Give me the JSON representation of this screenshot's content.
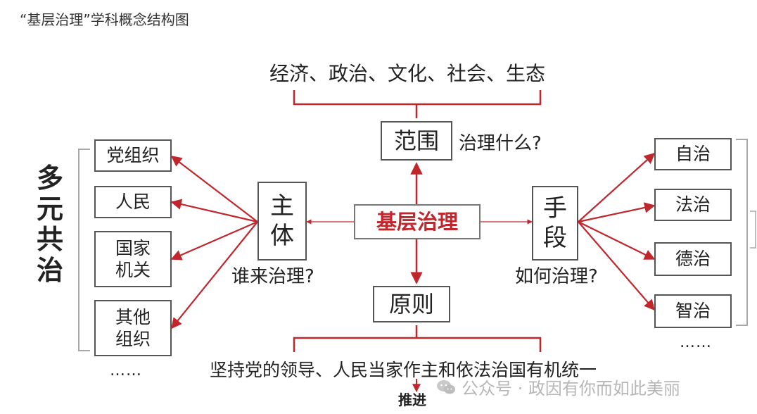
{
  "title": "“基层治理”学科概念结构图",
  "top_topics": "经济、政治、文化、社会、生态",
  "center": "基层治理",
  "scope": {
    "label": "范围",
    "question": "治理什么?"
  },
  "subject": {
    "label_top": "主",
    "label_bottom": "体",
    "question": "谁来治理?"
  },
  "means": {
    "label_top": "手",
    "label_bottom": "段",
    "question": "如何治理?"
  },
  "principle": {
    "label": "原则",
    "text": "坚持党的领导、人民当家作主和依法治国有机统一",
    "push": "推进"
  },
  "left_side_label": [
    "多",
    "元",
    "共",
    "治"
  ],
  "subjects": [
    {
      "line1": "党组织",
      "line2": ""
    },
    {
      "line1": "人民",
      "line2": ""
    },
    {
      "line1": "国家",
      "line2": "机关"
    },
    {
      "line1": "其他",
      "line2": "组织"
    }
  ],
  "subjects_more": "……",
  "means_items": [
    "自治",
    "法治",
    "德治",
    "智治"
  ],
  "means_more": "……",
  "watermark": "公众号 · 政因有你而如此美丽",
  "colors": {
    "accent": "#c0272d",
    "box_border": "#555555",
    "bracket": "#a9a9a9"
  }
}
